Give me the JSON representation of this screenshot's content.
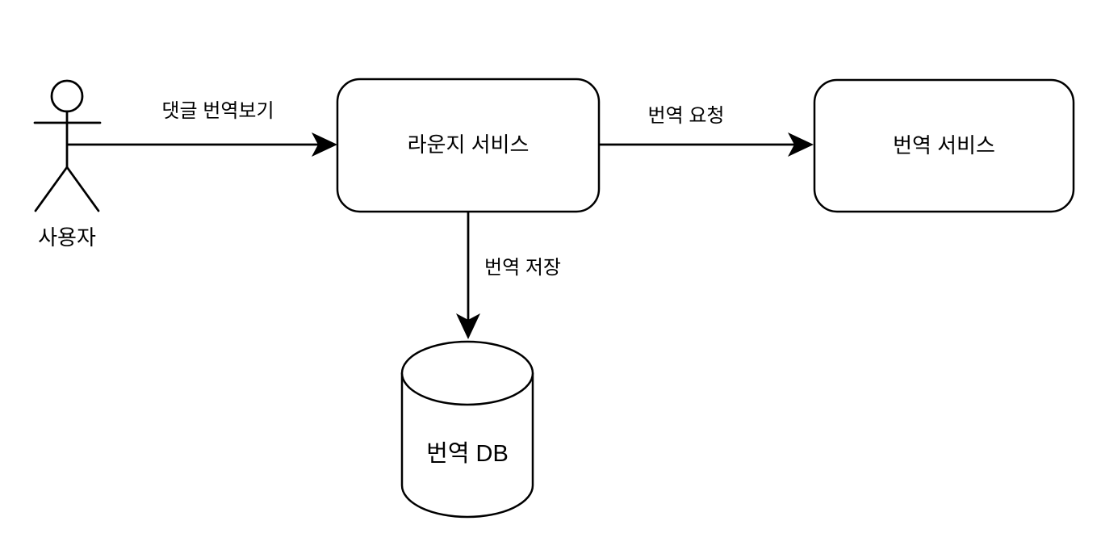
{
  "diagram": {
    "background_color": "#ffffff",
    "stroke_color": "#000000",
    "actor": {
      "id": "user",
      "label": "사용자"
    },
    "nodes": [
      {
        "id": "lounge-service",
        "shape": "rounded-rect",
        "label": "라운지 서비스"
      },
      {
        "id": "translation-service",
        "shape": "rounded-rect",
        "label": "번역 서비스"
      },
      {
        "id": "translation-db",
        "shape": "cylinder",
        "label": "번역 DB"
      }
    ],
    "edges": [
      {
        "id": "view-comment-translation",
        "from": "user",
        "to": "lounge-service",
        "label": "댓글 번역보기"
      },
      {
        "id": "translation-request",
        "from": "lounge-service",
        "to": "translation-service",
        "label": "번역 요청"
      },
      {
        "id": "translation-save",
        "from": "lounge-service",
        "to": "translation-db",
        "label": "번역 저장"
      }
    ]
  }
}
